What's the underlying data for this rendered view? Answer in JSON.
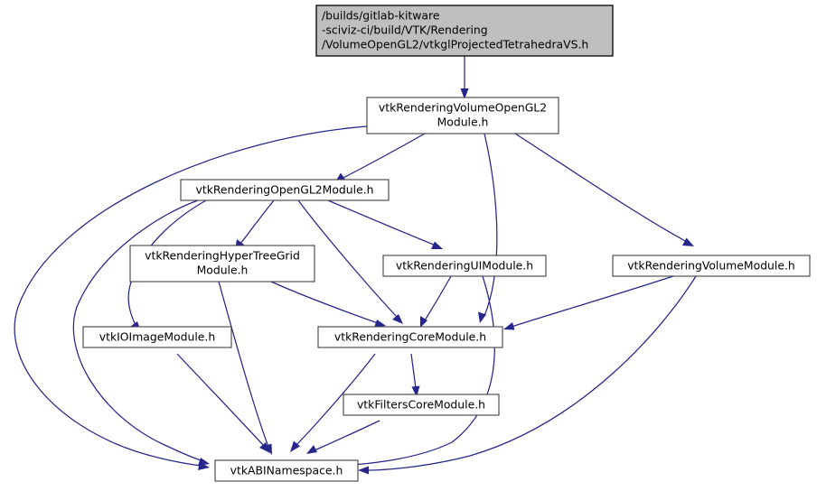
{
  "diagram": {
    "type": "include-dependency-graph",
    "title": "/builds/gitlab-kitware-sciviz-ci/build/VTK/Rendering/VolumeOpenGL2/vtkglProjectedTetrahedraVS.h",
    "background_color": "#ffffff",
    "edge_color": "#26268c",
    "node_border_color": "#404040",
    "root_node_fill": "#bfbfbf",
    "node_fill": "#ffffff"
  },
  "nodes": [
    {
      "id": "root",
      "lines": [
        "/builds/gitlab-kitware",
        "-sciviz-ci/build/VTK/Rendering",
        "/VolumeOpenGL2/vtkglProjectedTetrahedraVS.h"
      ],
      "is_root": true,
      "fill": "#bfbfbf"
    },
    {
      "id": "volume_opengl2",
      "lines": [
        "vtkRenderingVolumeOpenGL2",
        "Module.h"
      ],
      "is_root": false,
      "fill": "#ffffff"
    },
    {
      "id": "opengl2",
      "lines": [
        "vtkRenderingOpenGL2Module.h"
      ],
      "is_root": false,
      "fill": "#ffffff"
    },
    {
      "id": "hypertreegrid",
      "lines": [
        "vtkRenderingHyperTreeGrid",
        "Module.h"
      ],
      "is_root": false,
      "fill": "#ffffff"
    },
    {
      "id": "ui",
      "lines": [
        "vtkRenderingUIModule.h"
      ],
      "is_root": false,
      "fill": "#ffffff"
    },
    {
      "id": "volume",
      "lines": [
        "vtkRenderingVolumeModule.h"
      ],
      "is_root": false,
      "fill": "#ffffff"
    },
    {
      "id": "ioimage",
      "lines": [
        "vtkIOImageModule.h"
      ],
      "is_root": false,
      "fill": "#ffffff"
    },
    {
      "id": "renderingcore",
      "lines": [
        "vtkRenderingCoreModule.h"
      ],
      "is_root": false,
      "fill": "#ffffff"
    },
    {
      "id": "filterscore",
      "lines": [
        "vtkFiltersCoreModule.h"
      ],
      "is_root": false,
      "fill": "#ffffff"
    },
    {
      "id": "abinamespace",
      "lines": [
        "vtkABINamespace.h"
      ],
      "is_root": false,
      "fill": "#ffffff"
    }
  ],
  "edges": [
    {
      "from": "root",
      "to": "volume_opengl2"
    },
    {
      "from": "volume_opengl2",
      "to": "opengl2"
    },
    {
      "from": "volume_opengl2",
      "to": "volume"
    },
    {
      "from": "volume_opengl2",
      "to": "renderingcore"
    },
    {
      "from": "volume_opengl2",
      "to": "abinamespace"
    },
    {
      "from": "opengl2",
      "to": "hypertreegrid"
    },
    {
      "from": "opengl2",
      "to": "ui"
    },
    {
      "from": "opengl2",
      "to": "renderingcore"
    },
    {
      "from": "opengl2",
      "to": "ioimage"
    },
    {
      "from": "opengl2",
      "to": "abinamespace"
    },
    {
      "from": "hypertreegrid",
      "to": "renderingcore"
    },
    {
      "from": "hypertreegrid",
      "to": "abinamespace"
    },
    {
      "from": "ui",
      "to": "renderingcore"
    },
    {
      "from": "ui",
      "to": "abinamespace"
    },
    {
      "from": "volume",
      "to": "renderingcore"
    },
    {
      "from": "volume",
      "to": "abinamespace"
    },
    {
      "from": "ioimage",
      "to": "abinamespace"
    },
    {
      "from": "renderingcore",
      "to": "filterscore"
    },
    {
      "from": "renderingcore",
      "to": "abinamespace"
    },
    {
      "from": "filterscore",
      "to": "abinamespace"
    }
  ]
}
